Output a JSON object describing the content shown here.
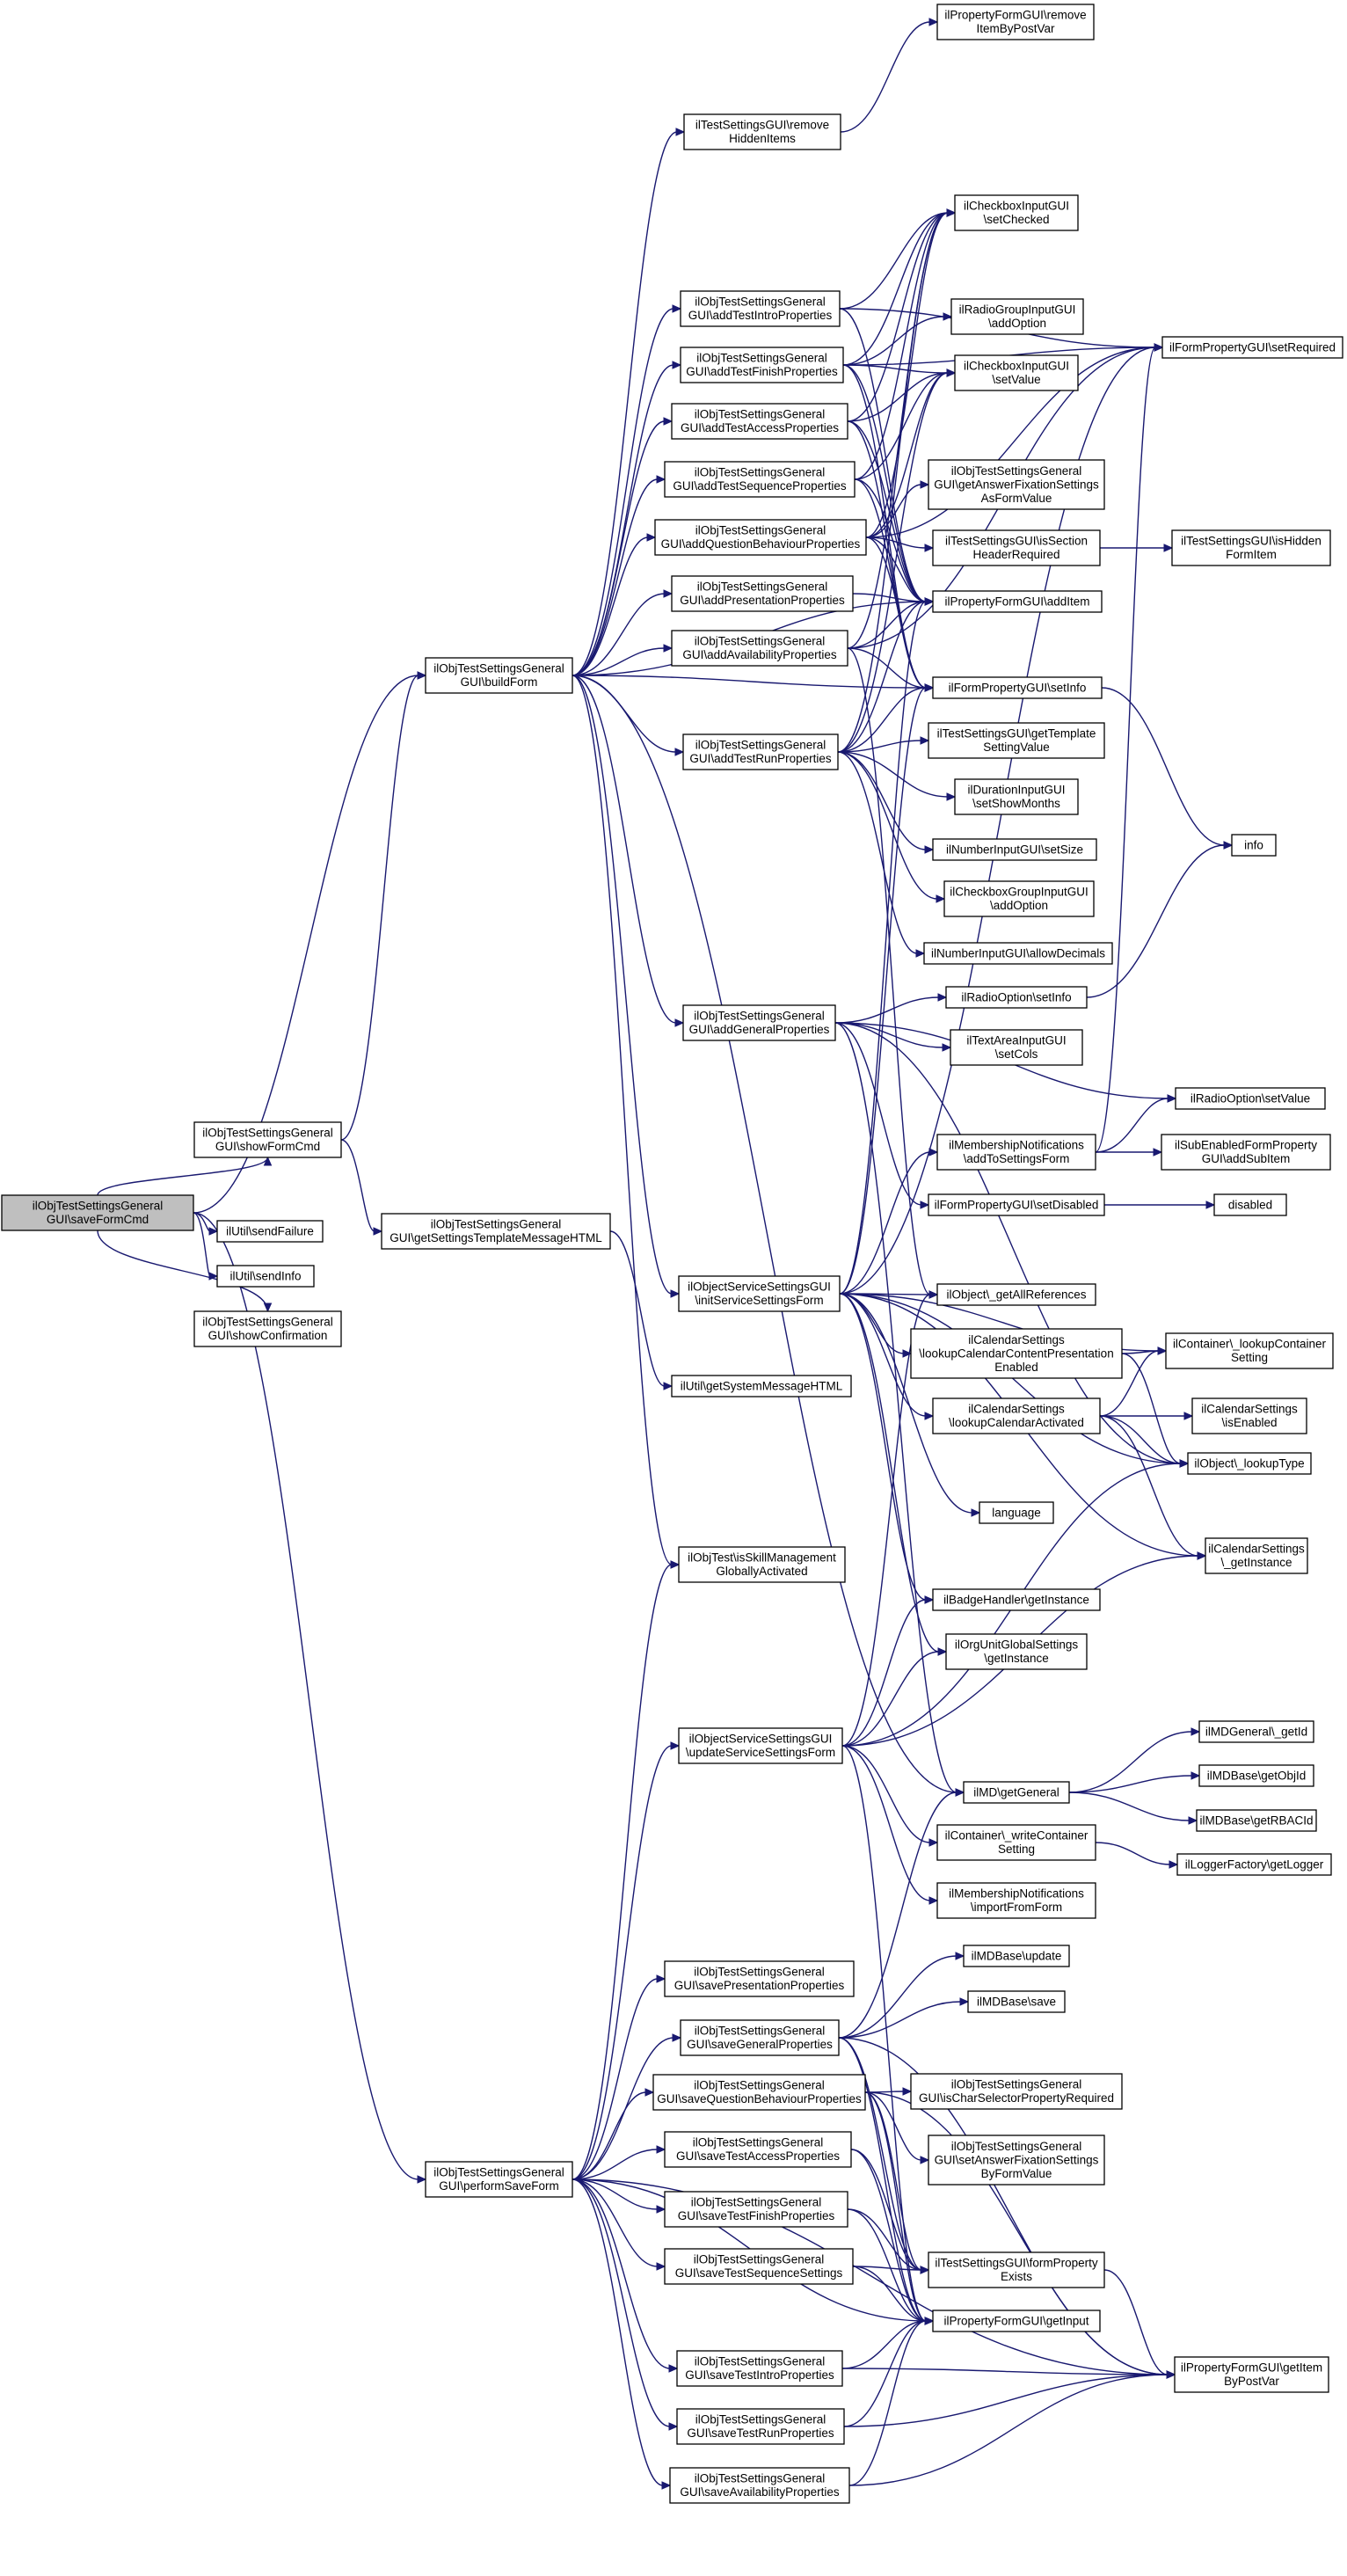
{
  "nodes": [
    {
      "id": "root",
      "lines": [
        "ilObjTestSettingsGeneral",
        "GUI\\saveFormCmd"
      ],
      "root": true
    },
    {
      "id": "showFormCmd",
      "lines": [
        "ilObjTestSettingsGeneral",
        "GUI\\showFormCmd"
      ]
    },
    {
      "id": "sendFailure",
      "lines": [
        "ilUtil\\sendFailure"
      ]
    },
    {
      "id": "sendInfo",
      "lines": [
        "ilUtil\\sendInfo"
      ]
    },
    {
      "id": "showConfirmation",
      "lines": [
        "ilObjTestSettingsGeneral",
        "GUI\\showConfirmation"
      ]
    },
    {
      "id": "performSaveForm",
      "lines": [
        "ilObjTestSettingsGeneral",
        "GUI\\performSaveForm"
      ]
    },
    {
      "id": "buildForm",
      "lines": [
        "ilObjTestSettingsGeneral",
        "GUI\\buildForm"
      ]
    },
    {
      "id": "getSettingsTemplateMessageHTML",
      "lines": [
        "ilObjTestSettingsGeneral",
        "GUI\\getSettingsTemplateMessageHTML"
      ]
    },
    {
      "id": "removeHiddenItems",
      "lines": [
        "ilTestSettingsGUI\\remove",
        "HiddenItems"
      ]
    },
    {
      "id": "addTestIntroProperties",
      "lines": [
        "ilObjTestSettingsGeneral",
        "GUI\\addTestIntroProperties"
      ]
    },
    {
      "id": "addTestFinishProperties",
      "lines": [
        "ilObjTestSettingsGeneral",
        "GUI\\addTestFinishProperties"
      ]
    },
    {
      "id": "addTestAccessProperties",
      "lines": [
        "ilObjTestSettingsGeneral",
        "GUI\\addTestAccessProperties"
      ]
    },
    {
      "id": "addTestSequenceProperties",
      "lines": [
        "ilObjTestSettingsGeneral",
        "GUI\\addTestSequenceProperties"
      ]
    },
    {
      "id": "addQuestionBehaviourProperties",
      "lines": [
        "ilObjTestSettingsGeneral",
        "GUI\\addQuestionBehaviourProperties"
      ]
    },
    {
      "id": "addPresentationProperties",
      "lines": [
        "ilObjTestSettingsGeneral",
        "GUI\\addPresentationProperties"
      ]
    },
    {
      "id": "addAvailabilityProperties",
      "lines": [
        "ilObjTestSettingsGeneral",
        "GUI\\addAvailabilityProperties"
      ]
    },
    {
      "id": "addTestRunProperties",
      "lines": [
        "ilObjTestSettingsGeneral",
        "GUI\\addTestRunProperties"
      ]
    },
    {
      "id": "addGeneralProperties",
      "lines": [
        "ilObjTestSettingsGeneral",
        "GUI\\addGeneralProperties"
      ]
    },
    {
      "id": "initServiceSettingsForm",
      "lines": [
        "ilObjectServiceSettingsGUI",
        "\\initServiceSettingsForm"
      ]
    },
    {
      "id": "getSystemMessageHTML",
      "lines": [
        "ilUtil\\getSystemMessageHTML"
      ]
    },
    {
      "id": "isSkillManagementGloballyActivated",
      "lines": [
        "ilObjTest\\isSkillManagement",
        "GloballyActivated"
      ]
    },
    {
      "id": "updateServiceSettingsForm",
      "lines": [
        "ilObjectServiceSettingsGUI",
        "\\updateServiceSettingsForm"
      ]
    },
    {
      "id": "savePresentationProperties",
      "lines": [
        "ilObjTestSettingsGeneral",
        "GUI\\savePresentationProperties"
      ]
    },
    {
      "id": "saveGeneralProperties",
      "lines": [
        "ilObjTestSettingsGeneral",
        "GUI\\saveGeneralProperties"
      ]
    },
    {
      "id": "saveQuestionBehaviourProperties",
      "lines": [
        "ilObjTestSettingsGeneral",
        "GUI\\saveQuestionBehaviourProperties"
      ]
    },
    {
      "id": "saveTestAccessProperties",
      "lines": [
        "ilObjTestSettingsGeneral",
        "GUI\\saveTestAccessProperties"
      ]
    },
    {
      "id": "saveTestFinishProperties",
      "lines": [
        "ilObjTestSettingsGeneral",
        "GUI\\saveTestFinishProperties"
      ]
    },
    {
      "id": "saveTestSequenceSettings",
      "lines": [
        "ilObjTestSettingsGeneral",
        "GUI\\saveTestSequenceSettings"
      ]
    },
    {
      "id": "saveTestIntroProperties",
      "lines": [
        "ilObjTestSettingsGeneral",
        "GUI\\saveTestIntroProperties"
      ]
    },
    {
      "id": "saveTestRunProperties",
      "lines": [
        "ilObjTestSettingsGeneral",
        "GUI\\saveTestRunProperties"
      ]
    },
    {
      "id": "saveAvailabilityProperties",
      "lines": [
        "ilObjTestSettingsGeneral",
        "GUI\\saveAvailabilityProperties"
      ]
    },
    {
      "id": "removeItemByPostVar",
      "lines": [
        "ilPropertyFormGUI\\remove",
        "ItemByPostVar"
      ]
    },
    {
      "id": "cbSetChecked",
      "lines": [
        "ilCheckboxInputGUI",
        "\\setChecked"
      ]
    },
    {
      "id": "rgAddOption",
      "lines": [
        "ilRadioGroupInputGUI",
        "\\addOption"
      ]
    },
    {
      "id": "cbSetValue",
      "lines": [
        "ilCheckboxInputGUI",
        "\\setValue"
      ]
    },
    {
      "id": "getAnswerFixationSettingsAsFormValue",
      "lines": [
        "ilObjTestSettingsGeneral",
        "GUI\\getAnswerFixationSettings",
        "AsFormValue"
      ]
    },
    {
      "id": "isSectionHeaderRequired",
      "lines": [
        "ilTestSettingsGUI\\isSection",
        "HeaderRequired"
      ]
    },
    {
      "id": "pfAddItem",
      "lines": [
        "ilPropertyFormGUI\\addItem"
      ]
    },
    {
      "id": "fpSetInfo",
      "lines": [
        "ilFormPropertyGUI\\setInfo"
      ]
    },
    {
      "id": "getTemplateSettingValue",
      "lines": [
        "ilTestSettingsGUI\\getTemplate",
        "SettingValue"
      ]
    },
    {
      "id": "setShowMonths",
      "lines": [
        "ilDurationInputGUI",
        "\\setShowMonths"
      ]
    },
    {
      "id": "niSetSize",
      "lines": [
        "ilNumberInputGUI\\setSize"
      ]
    },
    {
      "id": "cgAddOption",
      "lines": [
        "ilCheckboxGroupInputGUI",
        "\\addOption"
      ]
    },
    {
      "id": "allowDecimals",
      "lines": [
        "ilNumberInputGUI\\allowDecimals"
      ]
    },
    {
      "id": "roSetInfo",
      "lines": [
        "ilRadioOption\\setInfo"
      ]
    },
    {
      "id": "taSetCols",
      "lines": [
        "ilTextAreaInputGUI",
        "\\setCols"
      ]
    },
    {
      "id": "addToSettingsForm",
      "lines": [
        "ilMembershipNotifications",
        "\\addToSettingsForm"
      ]
    },
    {
      "id": "fpSetDisabled",
      "lines": [
        "ilFormPropertyGUI\\setDisabled"
      ]
    },
    {
      "id": "getAllReferences",
      "lines": [
        "ilObject\\_getAllReferences"
      ]
    },
    {
      "id": "lookupCalendarContentPresentationEnabled",
      "lines": [
        "ilCalendarSettings",
        "\\lookupCalendarContentPresentation",
        "Enabled"
      ]
    },
    {
      "id": "lookupCalendarActivated",
      "lines": [
        "ilCalendarSettings",
        "\\lookupCalendarActivated"
      ]
    },
    {
      "id": "language",
      "lines": [
        "language"
      ]
    },
    {
      "id": "badgeGetInstance",
      "lines": [
        "ilBadgeHandler\\getInstance"
      ]
    },
    {
      "id": "orgUnitGetInstance",
      "lines": [
        "ilOrgUnitGlobalSettings",
        "\\getInstance"
      ]
    },
    {
      "id": "mdGetGeneral",
      "lines": [
        "ilMD\\getGeneral"
      ]
    },
    {
      "id": "writeContainerSetting",
      "lines": [
        "ilContainer\\_writeContainer",
        "Setting"
      ]
    },
    {
      "id": "importFromForm",
      "lines": [
        "ilMembershipNotifications",
        "\\importFromForm"
      ]
    },
    {
      "id": "mdBaseUpdate",
      "lines": [
        "ilMDBase\\update"
      ]
    },
    {
      "id": "mdBaseSave",
      "lines": [
        "ilMDBase\\save"
      ]
    },
    {
      "id": "isCharSelectorPropertyRequired",
      "lines": [
        "ilObjTestSettingsGeneral",
        "GUI\\isCharSelectorPropertyRequired"
      ]
    },
    {
      "id": "setAnswerFixationSettingsByFormValue",
      "lines": [
        "ilObjTestSettingsGeneral",
        "GUI\\setAnswerFixationSettings",
        "ByFormValue"
      ]
    },
    {
      "id": "formPropertyExists",
      "lines": [
        "ilTestSettingsGUI\\formProperty",
        "Exists"
      ]
    },
    {
      "id": "pfGetInput",
      "lines": [
        "ilPropertyFormGUI\\getInput"
      ]
    },
    {
      "id": "fpSetRequired",
      "lines": [
        "ilFormPropertyGUI\\setRequired"
      ]
    },
    {
      "id": "isHiddenFormItem",
      "lines": [
        "ilTestSettingsGUI\\isHidden",
        "FormItem"
      ]
    },
    {
      "id": "info",
      "lines": [
        "info"
      ]
    },
    {
      "id": "roSetValue",
      "lines": [
        "ilRadioOption\\setValue"
      ]
    },
    {
      "id": "addSubItem",
      "lines": [
        "ilSubEnabledFormProperty",
        "GUI\\addSubItem"
      ]
    },
    {
      "id": "disabled",
      "lines": [
        "disabled"
      ]
    },
    {
      "id": "lookupContainerSetting",
      "lines": [
        "ilContainer\\_lookupContainer",
        "Setting"
      ]
    },
    {
      "id": "calIsEnabled",
      "lines": [
        "ilCalendarSettings",
        "\\isEnabled"
      ]
    },
    {
      "id": "lookupType",
      "lines": [
        "ilObject\\_lookupType"
      ]
    },
    {
      "id": "calGetInstance",
      "lines": [
        "ilCalendarSettings",
        "\\_getInstance"
      ]
    },
    {
      "id": "mdGeneralGetId",
      "lines": [
        "ilMDGeneral\\_getId"
      ]
    },
    {
      "id": "mdBaseGetObjId",
      "lines": [
        "ilMDBase\\getObjId"
      ]
    },
    {
      "id": "mdBaseGetRBACId",
      "lines": [
        "ilMDBase\\getRBACId"
      ]
    },
    {
      "id": "getLogger",
      "lines": [
        "ilLoggerFactory\\getLogger"
      ]
    },
    {
      "id": "getItemByPostVar",
      "lines": [
        "ilPropertyFormGUI\\getItem",
        "ByPostVar"
      ]
    }
  ]
}
